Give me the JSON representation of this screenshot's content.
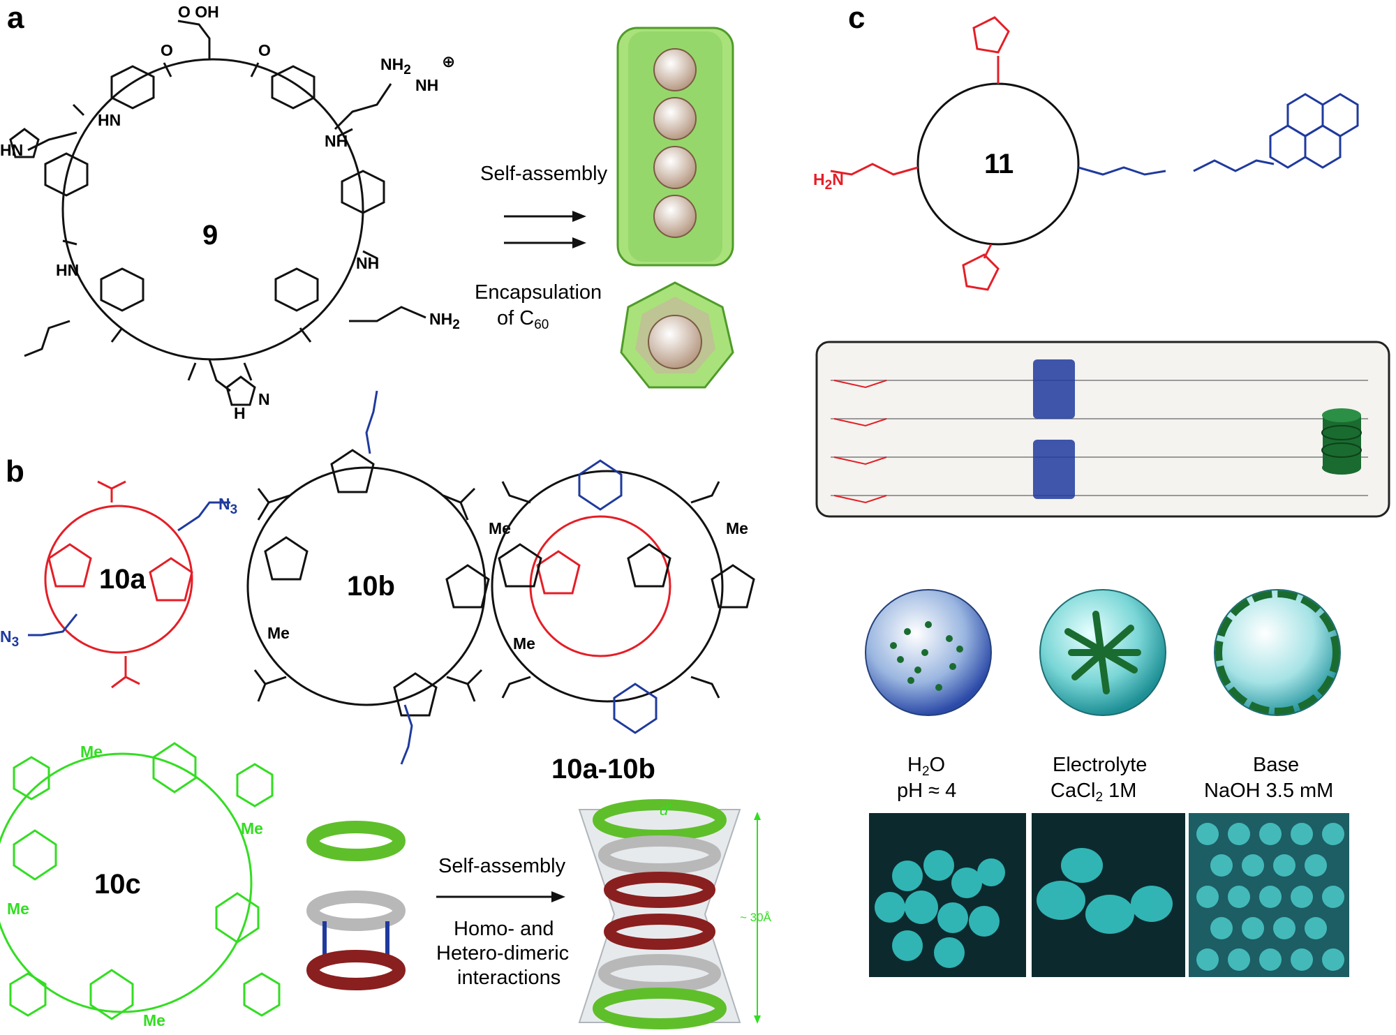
{
  "panels": {
    "a": {
      "letter": "a",
      "compound": "9",
      "arrow_label": "Self-assembly",
      "encapsulation_line1": "Encapsulation",
      "encapsulation_line2": "of C",
      "encapsulation_sub": "60",
      "atoms": {
        "cooh": "O OH",
        "guanidine1": "NH",
        "guanidine1_sub": "2",
        "guanidine_plus": "⊕",
        "guanidine2": "NH",
        "amine": "NH",
        "amine_sub": "2",
        "hn": "HN",
        "n": "N",
        "nh": "NH",
        "o": "O",
        "h": "H"
      }
    },
    "b": {
      "letter": "b",
      "compound_a": "10a",
      "compound_b": "10b",
      "compound_c": "10c",
      "compound_ab": "10a-10b",
      "azide": "N",
      "azide_sub": "3",
      "me": "Me",
      "arrow_label": "Self-assembly",
      "interaction_line1": "Homo- and",
      "interaction_line2": "Hetero-dimeric",
      "interaction_line3": "interactions",
      "diameter_label": "d'",
      "height_label": "~ 30Å"
    },
    "c": {
      "letter": "c",
      "compound": "11",
      "amine": "H",
      "amine_sub": "2",
      "amine_tail": "N",
      "conditions": [
        {
          "line1": "H",
          "line1_sub": "2",
          "line1_tail": "O",
          "line2": "pH ≈ 4"
        },
        {
          "line1": "Electrolyte",
          "line2": "CaCl",
          "line2_sub": "2",
          "line2_tail": "  1M"
        },
        {
          "line1": "Base",
          "line2": "NaOH  3.5 mM"
        }
      ]
    }
  },
  "colors": {
    "black": "#111111",
    "red": "#e41e26",
    "blue": "#1f3a9e",
    "green": "#33dd22",
    "ring_green": "#5fbf2a",
    "ring_grey": "#b8b8b8",
    "ring_red": "#8a1f1f",
    "cyan": "#34c6c6",
    "dark_green": "#1a6b2f"
  }
}
